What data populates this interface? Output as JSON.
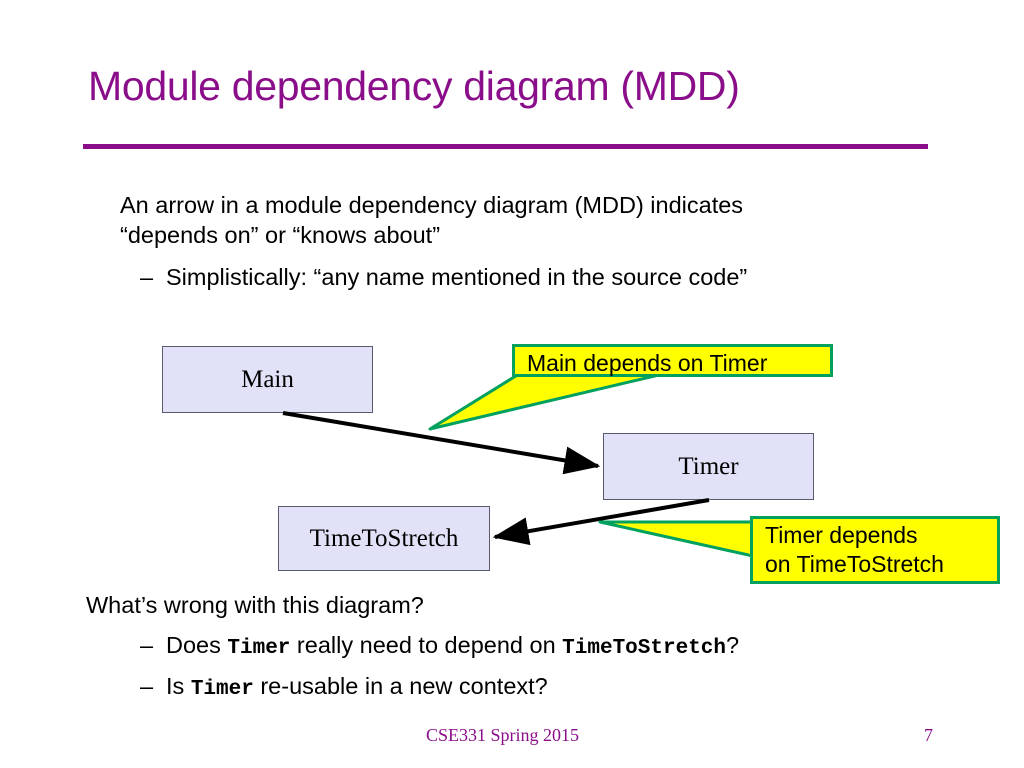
{
  "slide": {
    "title": "Module dependency diagram (MDD)",
    "accent_color": "#8a0d8a",
    "body": {
      "lead_line_1": "An arrow in a module dependency diagram (MDD) indicates",
      "lead_line_2": "“depends on” or “knows about”",
      "sub_bullet_1": "Simplistically: “any name mentioned in the source code”",
      "dash": "–"
    },
    "questions": {
      "main": "What’s wrong with this diagram?",
      "sub_1_part_1": "Does ",
      "sub_1_code_1": "Timer",
      "sub_1_part_2": " really need to depend on ",
      "sub_1_code_2": "TimeToStretch",
      "sub_1_part_3": "?",
      "sub_2_part_1": "Is ",
      "sub_2_code_1": "Timer",
      "sub_2_part_2": " re-usable in a new context?"
    },
    "footer": {
      "course": "CSE331 Spring 2015",
      "page_number": "7"
    }
  },
  "diagram": {
    "box_fill": "#e1e1f7",
    "box_border": "#5a5a6e",
    "arrow_color": "#000000",
    "callout_fill": "#ffff00",
    "callout_border": "#00a05e",
    "modules": [
      {
        "id": "main",
        "label": "Main"
      },
      {
        "id": "timer",
        "label": "Timer"
      },
      {
        "id": "timetostretch",
        "label": "TimeToStretch"
      }
    ],
    "dependencies": [
      {
        "from": "Main",
        "to": "Timer"
      },
      {
        "from": "Timer",
        "to": "TimeToStretch"
      }
    ],
    "callouts": [
      {
        "id": "callout-main-timer",
        "text": "Main depends on Timer"
      },
      {
        "id": "callout-timer-tts",
        "line_1": "Timer depends",
        "line_2": "on TimeToStretch"
      }
    ]
  }
}
